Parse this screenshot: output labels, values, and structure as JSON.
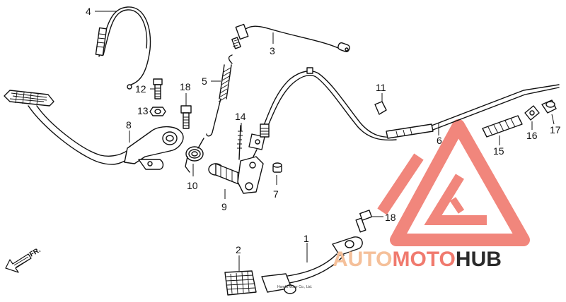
{
  "callouts": {
    "c1": "1",
    "c2": "2",
    "c3": "3",
    "c4": "4",
    "c5": "5",
    "c6": "6",
    "c7": "7",
    "c8": "8",
    "c9": "9",
    "c10": "10",
    "c11": "11",
    "c12": "12",
    "c13": "13",
    "c14": "14",
    "c15": "15",
    "c16": "16",
    "c17": "17",
    "c18a": "18",
    "c18b": "18"
  },
  "direction_marker": "FR.",
  "copyright_text": "Honda Motor Co., Ltd.",
  "watermark": {
    "part1": "AUTO",
    "part2": "MOTO",
    "part3": "HUB",
    "color_primary": "#f07a6e",
    "color_secondary": "#f5c09a",
    "color_dark": "#2a2a2a"
  }
}
